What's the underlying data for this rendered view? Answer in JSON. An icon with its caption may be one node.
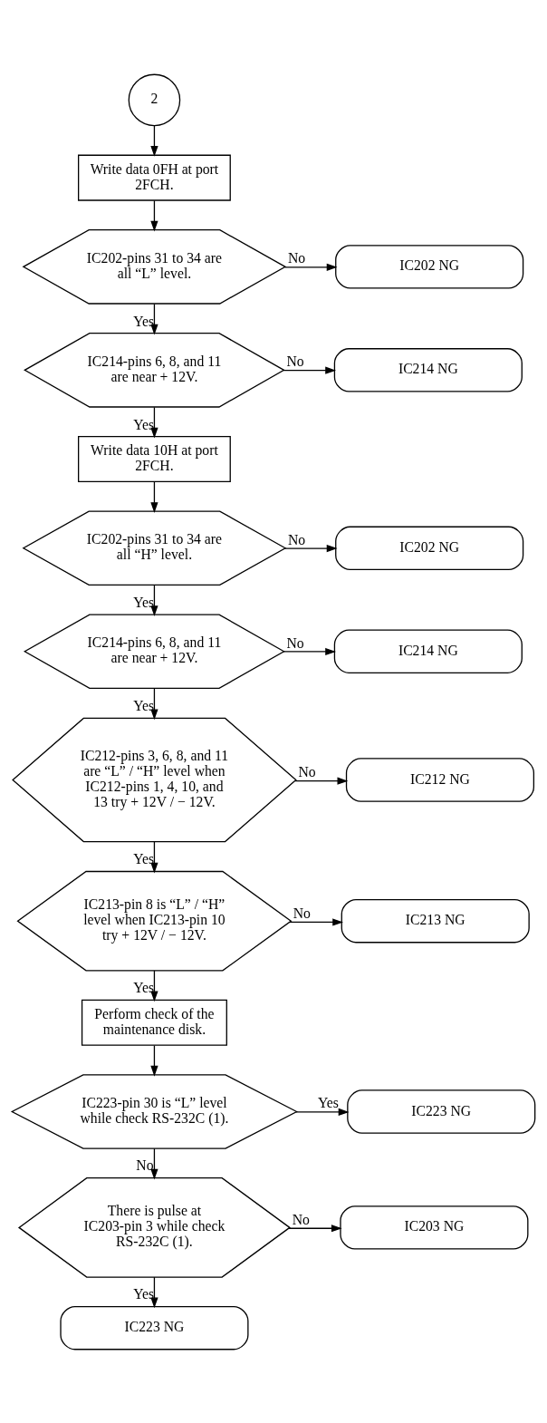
{
  "diagram": {
    "nodes": [
      {
        "text": [
          "2"
        ]
      },
      {
        "text": [
          "Write data 0FH at port 2FCH."
        ]
      },
      {
        "text": [
          "IC202-pins 31 to 34 are all “L” level."
        ]
      },
      {
        "text": [
          "IC202 NG"
        ]
      },
      {
        "text": [
          "IC214-pins 6, 8, and 11 are near + 12V."
        ]
      },
      {
        "text": [
          "IC214 NG"
        ]
      },
      {
        "text": [
          "Write data 10H at port 2FCH."
        ]
      },
      {
        "text": [
          "IC202-pins 31 to 34 are all “H” level."
        ]
      },
      {
        "text": [
          "IC202 NG"
        ]
      },
      {
        "text": [
          "IC214-pins 6, 8, and 11 are near + 12V."
        ]
      },
      {
        "text": [
          "IC214 NG"
        ]
      },
      {
        "text": [
          "IC212-pins 3, 6, 8, and 11 are “L” / “H” level when IC212-pins 1, 4, 10, and 13 try + 12V / − 12V."
        ]
      },
      {
        "text": [
          "IC212 NG"
        ]
      },
      {
        "text": [
          "IC213-pin 8 is “L” / “H” level when IC213-pin 10 try + 12V / − 12V."
        ]
      },
      {
        "text": [
          "IC213 NG"
        ]
      },
      {
        "text": [
          "Perform check of the maintenance disk."
        ]
      },
      {
        "text": [
          "IC223-pin 30 is “L” level while check RS-232C (1)."
        ]
      },
      {
        "text": [
          "IC223 NG"
        ]
      },
      {
        "text": [
          "There is pulse at IC203-pin 3 while check RS-232C (1)."
        ]
      },
      {
        "text": [
          "IC203 NG"
        ]
      },
      {
        "text": [
          "IC223 NG"
        ]
      }
    ],
    "edges": [
      {
        "from": 0,
        "to": 1,
        "arrow": "to"
      },
      {
        "from": 1,
        "to": 2,
        "arrow": "to"
      },
      {
        "from": 2,
        "to": 3,
        "arrow": "to",
        "label": "No"
      },
      {
        "from": 2,
        "to": 4,
        "arrow": "to",
        "label": "Yes"
      },
      {
        "from": 4,
        "to": 5,
        "arrow": "to",
        "label": "No"
      },
      {
        "from": 4,
        "to": 6,
        "arrow": "to",
        "label": "Yes"
      },
      {
        "from": 6,
        "to": 7,
        "arrow": "to"
      },
      {
        "from": 7,
        "to": 8,
        "arrow": "to",
        "label": "No"
      },
      {
        "from": 7,
        "to": 9,
        "arrow": "to",
        "label": "Yes"
      },
      {
        "from": 9,
        "to": 10,
        "arrow": "to",
        "label": "No"
      },
      {
        "from": 9,
        "to": 11,
        "arrow": "to",
        "label": "Yes"
      },
      {
        "from": 11,
        "to": 12,
        "arrow": "to",
        "label": "No"
      },
      {
        "from": 11,
        "to": 13,
        "arrow": "to",
        "label": "Yes"
      },
      {
        "from": 13,
        "to": 14,
        "arrow": "to",
        "label": "No"
      },
      {
        "from": 13,
        "to": 15,
        "arrow": "to",
        "label": "Yes"
      },
      {
        "from": 15,
        "to": 16,
        "arrow": "to"
      },
      {
        "from": 16,
        "to": 17,
        "arrow": "to",
        "label": "Yes"
      },
      {
        "from": 16,
        "to": 18,
        "arrow": "to",
        "label": "No"
      },
      {
        "from": 18,
        "to": 19,
        "arrow": "to",
        "label": "No"
      },
      {
        "from": 18,
        "to": 20,
        "arrow": "to",
        "label": "Yes"
      }
    ]
  }
}
